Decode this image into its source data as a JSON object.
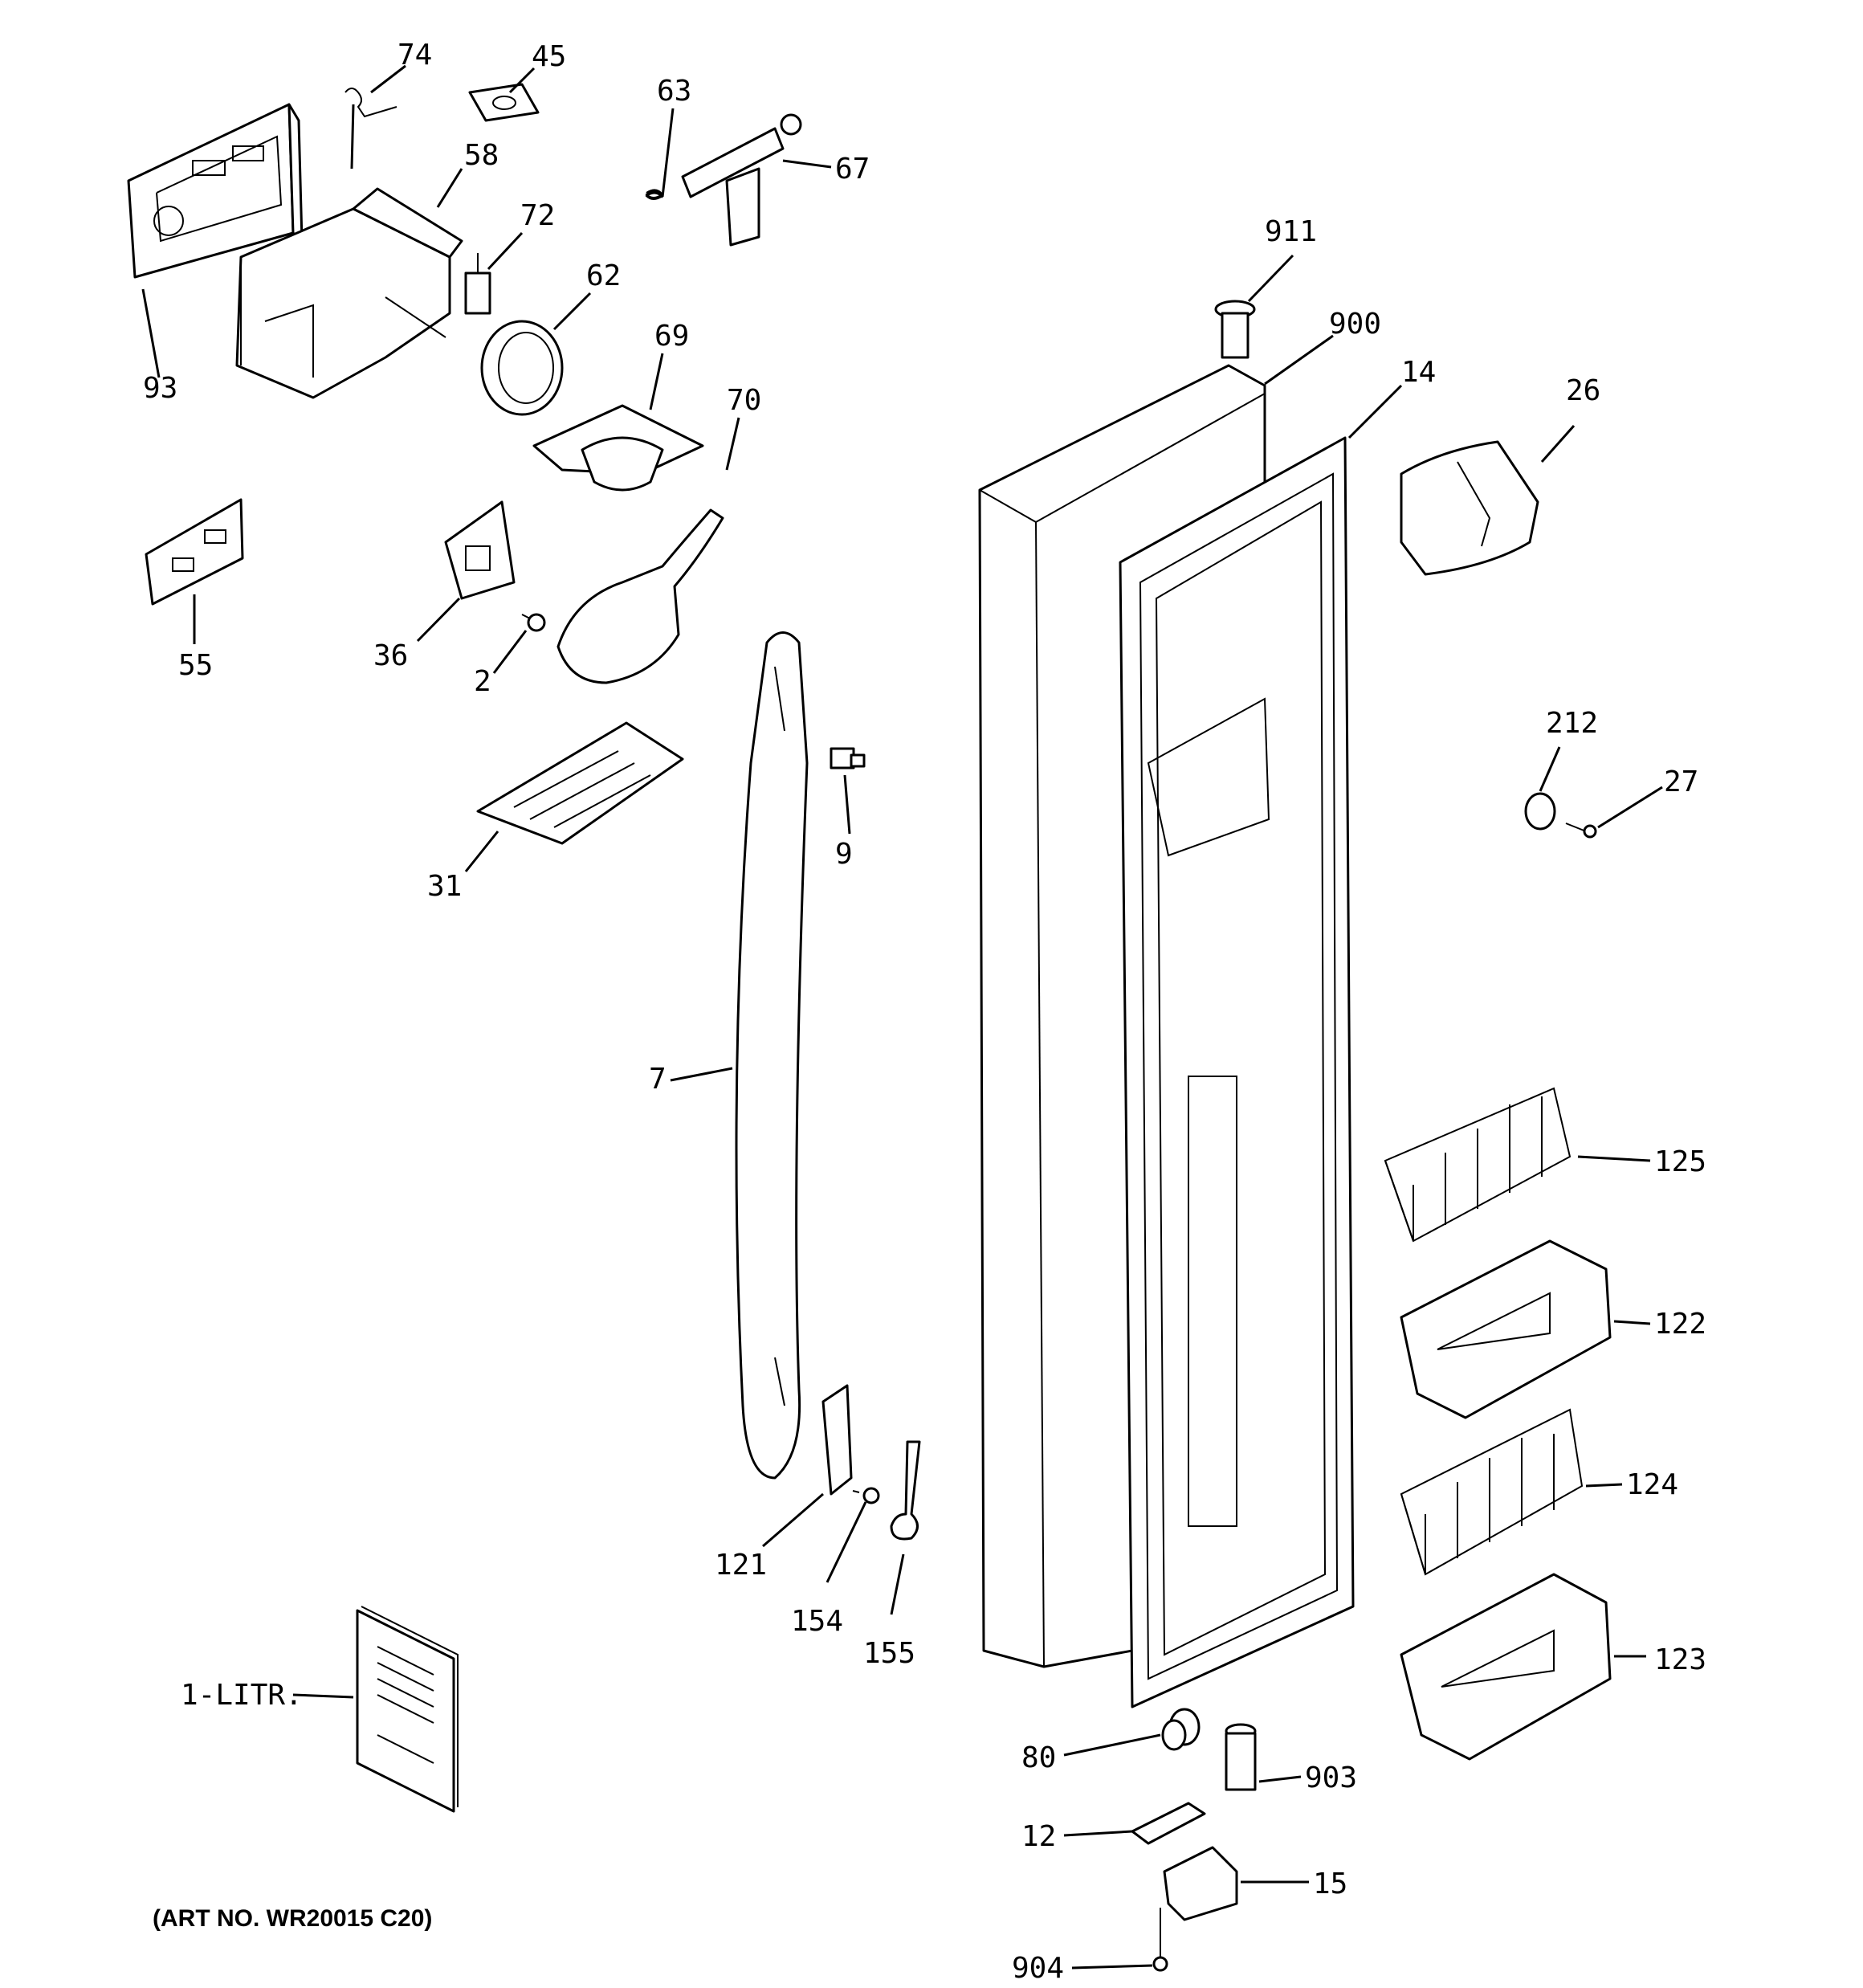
{
  "caption": "(ART NO. WR20015 C20)",
  "callouts": [
    {
      "id": "74",
      "label": "74"
    },
    {
      "id": "45",
      "label": "45"
    },
    {
      "id": "63",
      "label": "63"
    },
    {
      "id": "67",
      "label": "67"
    },
    {
      "id": "58",
      "label": "58"
    },
    {
      "id": "72",
      "label": "72"
    },
    {
      "id": "62",
      "label": "62"
    },
    {
      "id": "93",
      "label": "93"
    },
    {
      "id": "69",
      "label": "69"
    },
    {
      "id": "70",
      "label": "70"
    },
    {
      "id": "911",
      "label": "911"
    },
    {
      "id": "900",
      "label": "900"
    },
    {
      "id": "14",
      "label": "14"
    },
    {
      "id": "26",
      "label": "26"
    },
    {
      "id": "55",
      "label": "55"
    },
    {
      "id": "36",
      "label": "36"
    },
    {
      "id": "2",
      "label": "2"
    },
    {
      "id": "9",
      "label": "9"
    },
    {
      "id": "31",
      "label": "31"
    },
    {
      "id": "212",
      "label": "212"
    },
    {
      "id": "27",
      "label": "27"
    },
    {
      "id": "7",
      "label": "7"
    },
    {
      "id": "125",
      "label": "125"
    },
    {
      "id": "122",
      "label": "122"
    },
    {
      "id": "124",
      "label": "124"
    },
    {
      "id": "121",
      "label": "121"
    },
    {
      "id": "154",
      "label": "154"
    },
    {
      "id": "155",
      "label": "155"
    },
    {
      "id": "123",
      "label": "123"
    },
    {
      "id": "1-litr",
      "label": "1-LITR."
    },
    {
      "id": "80",
      "label": "80"
    },
    {
      "id": "903",
      "label": "903"
    },
    {
      "id": "12",
      "label": "12"
    },
    {
      "id": "15",
      "label": "15"
    },
    {
      "id": "904",
      "label": "904"
    }
  ]
}
